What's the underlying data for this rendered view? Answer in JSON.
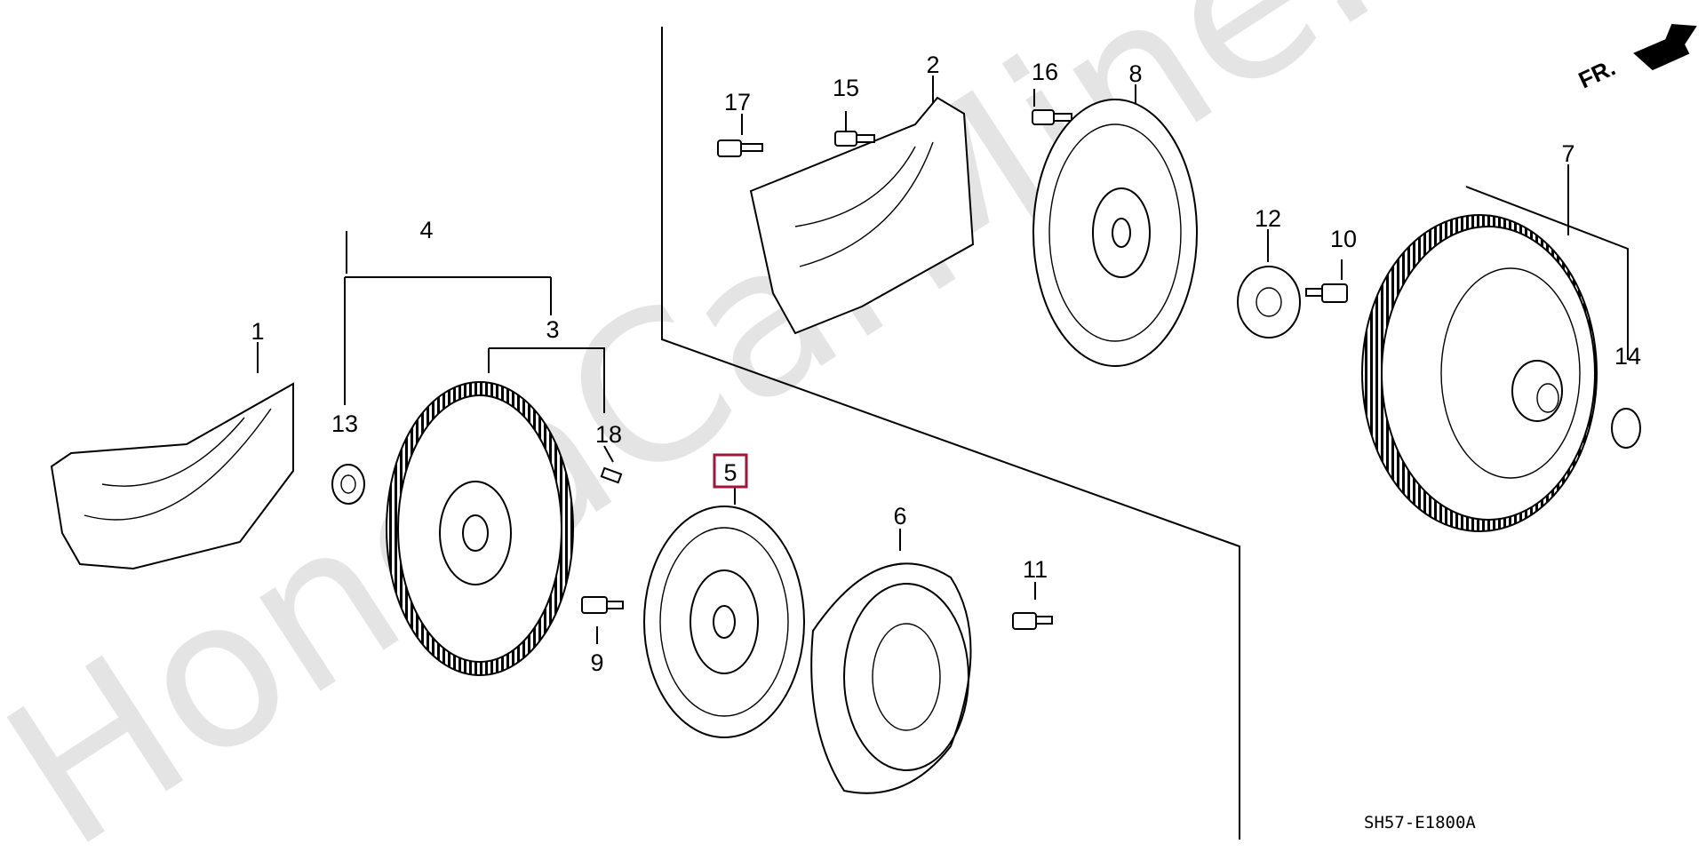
{
  "watermark": "HondaCarMine.ru",
  "diagram_code": "SH57-E1800A",
  "front_marker": "FR.",
  "highlight_color": "#a0163a",
  "callouts": {
    "p1": "1",
    "p2": "2",
    "p3": "3",
    "p4": "4",
    "p5": "5",
    "p6": "6",
    "p7": "7",
    "p8": "8",
    "p9": "9",
    "p10": "10",
    "p11": "11",
    "p12": "12",
    "p13": "13",
    "p14": "14",
    "p15": "15",
    "p16": "16",
    "p17": "17",
    "p18": "18"
  }
}
